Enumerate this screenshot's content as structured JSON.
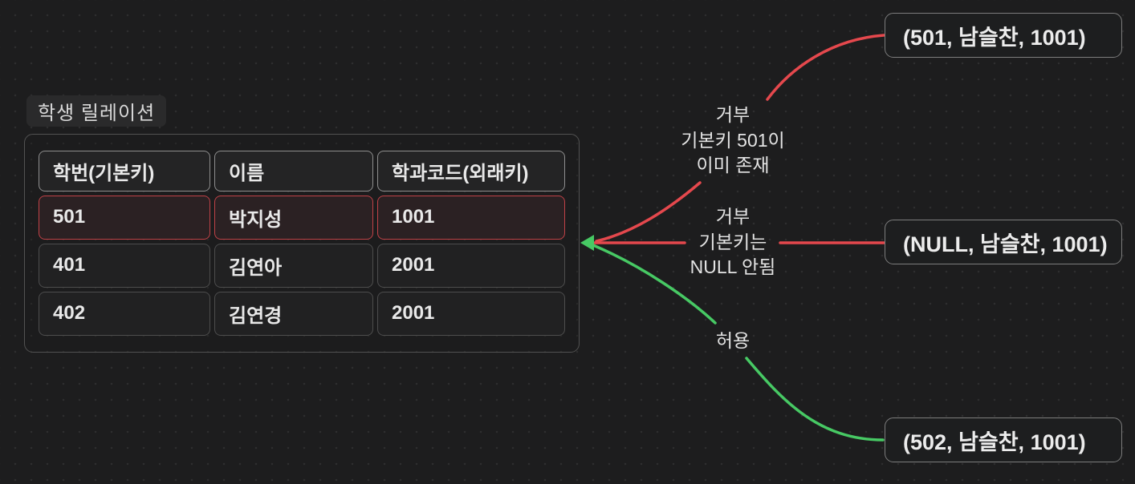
{
  "table": {
    "title": "학생 릴레이션",
    "columns": [
      "학번(기본키)",
      "이름",
      "학과코드(외래키)"
    ],
    "rows": [
      {
        "cells": [
          "501",
          "박지성",
          "1001"
        ],
        "highlighted": true
      },
      {
        "cells": [
          "401",
          "김연아",
          "2001"
        ],
        "highlighted": false
      },
      {
        "cells": [
          "402",
          "김연경",
          "2001"
        ],
        "highlighted": false
      }
    ]
  },
  "annotations": [
    {
      "id": "reject-duplicate",
      "result": "거부",
      "lines": [
        "거부",
        "기본키 501이",
        "이미 존재"
      ]
    },
    {
      "id": "reject-null",
      "result": "거부",
      "lines": [
        "거부",
        "기본키는",
        "NULL 안됨"
      ]
    },
    {
      "id": "allow",
      "result": "허용",
      "lines": [
        "허용"
      ]
    }
  ],
  "tuples": [
    {
      "label": "(501, 남슬찬, 1001)",
      "status": "rejected"
    },
    {
      "label": "(NULL, 남슬찬, 1001)",
      "status": "rejected"
    },
    {
      "label": "(502, 남슬찬, 1001)",
      "status": "allowed"
    }
  ],
  "colors": {
    "background": "#1d1d1e",
    "dot_grid": "#2e2e2f",
    "reject_line": "#e5484d",
    "allow_line": "#47c964",
    "highlight_border": "#c04247",
    "highlight_bg": "#2b2123",
    "cell_border": "#4d4d4d",
    "header_border": "#8e8e8e",
    "box_border": "#7d7d7d"
  }
}
